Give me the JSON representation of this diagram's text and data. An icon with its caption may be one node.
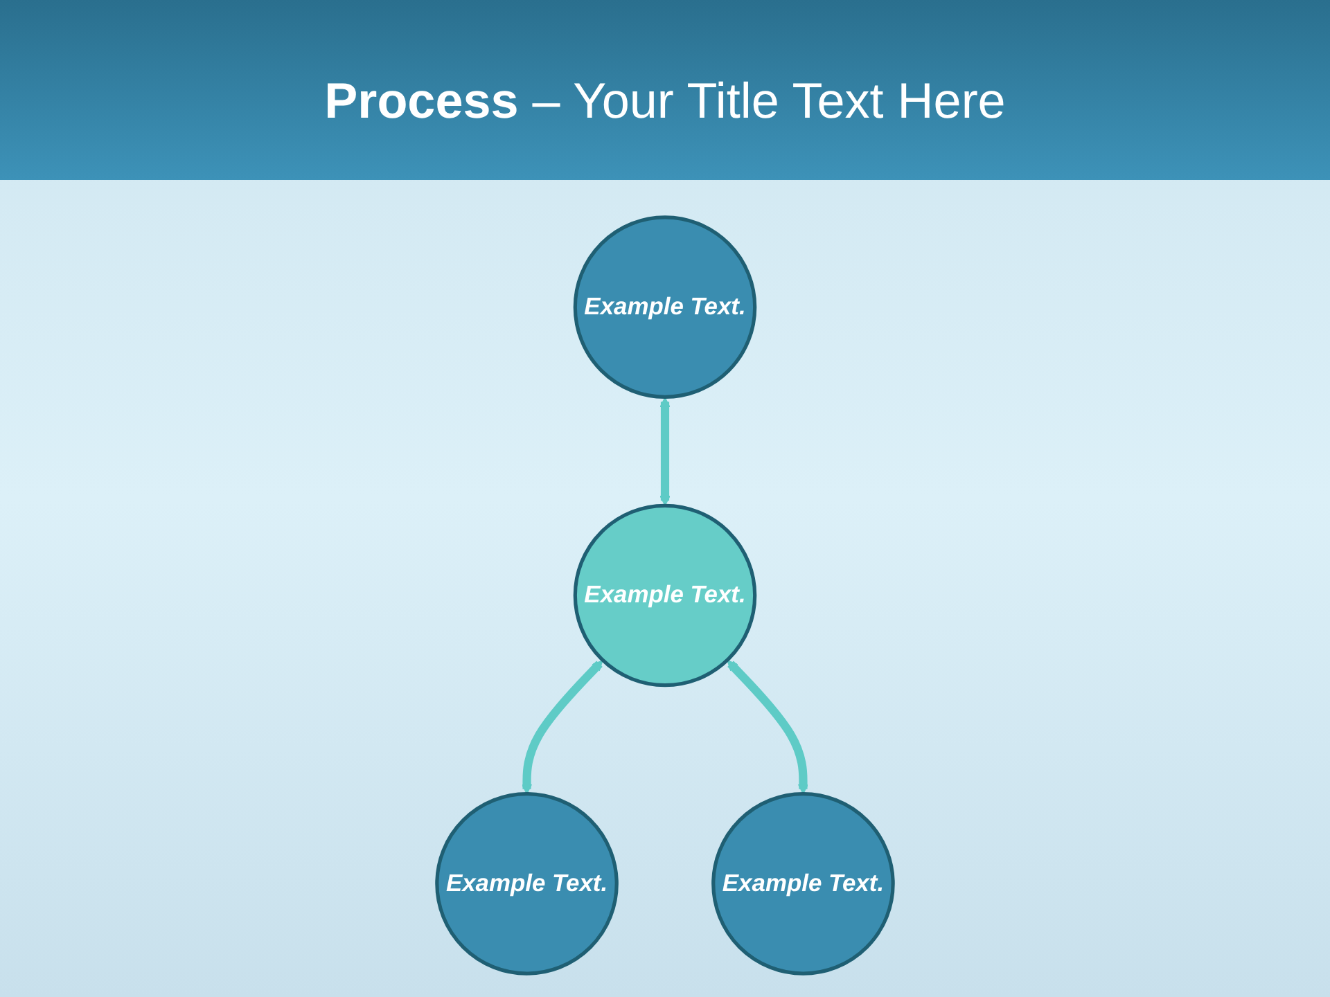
{
  "diagram": {
    "title": "**Process** – Your Title Text Here",
    "nodes": [
      {
        "text": [
          "Example Text."
        ]
      },
      {
        "text": [
          "Example Text."
        ]
      },
      {
        "text": [
          "Example Text."
        ]
      },
      {
        "text": [
          "Example Text."
        ]
      }
    ],
    "edges": [
      {
        "from": 1,
        "to": 0,
        "arrow": "both"
      },
      {
        "from": 0,
        "to": 2,
        "arrow": "both"
      },
      {
        "from": 0,
        "to": 3,
        "arrow": "both"
      }
    ]
  }
}
